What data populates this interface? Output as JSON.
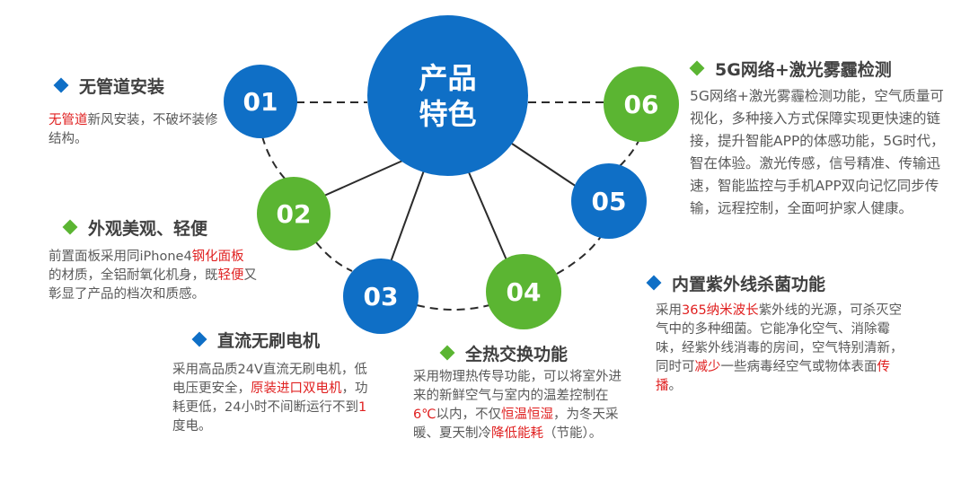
{
  "center": {
    "label": "产品特色"
  },
  "colors": {
    "blue": "#0f6fc6",
    "green": "#5bb532",
    "highlight": "#e02020",
    "text": "#595959"
  },
  "features": [
    {
      "number": "01",
      "title": "无管道安装",
      "desc": [
        {
          "t": "无管道",
          "hl": true
        },
        {
          "t": "新风安装，不破坏装修结构。"
        }
      ]
    },
    {
      "number": "02",
      "title": "外观美观、轻便",
      "desc": [
        {
          "t": "前置面板采用同iPhone4"
        },
        {
          "t": "钢化面板",
          "hl": true
        },
        {
          "t": "的材质，全铝耐氧化机身，既"
        },
        {
          "t": "轻便",
          "hl": true
        },
        {
          "t": "又彰显了产品的档次和质感。"
        }
      ]
    },
    {
      "number": "03",
      "title": "直流无刷电机",
      "desc": [
        {
          "t": "采用高品质24V直流无刷电机，低电压更安全，"
        },
        {
          "t": "原装进口双电机",
          "hl": true
        },
        {
          "t": "，功耗更低，24小时不间断运行不到"
        },
        {
          "t": "1",
          "hl": true
        },
        {
          "t": "度电。"
        }
      ]
    },
    {
      "number": "04",
      "title": "全热交换功能",
      "desc": [
        {
          "t": "采用物理热传导功能，可以将室外进来的新鲜空气与室内的温差控制在"
        },
        {
          "t": "6℃",
          "hl": true
        },
        {
          "t": "以内，不仅"
        },
        {
          "t": "恒温恒湿",
          "hl": true
        },
        {
          "t": "，为冬天采暖、夏天制冷"
        },
        {
          "t": "降低能耗",
          "hl": true
        },
        {
          "t": "（节能）。"
        }
      ]
    },
    {
      "number": "05",
      "title": "内置紫外线杀菌功能",
      "desc": [
        {
          "t": "采用"
        },
        {
          "t": "365纳米波长",
          "hl": true
        },
        {
          "t": "紫外线的光源，可杀灭空气中的多种细菌。它能净化空气、消除霉味，经紫外线消毒的房间，空气特别清新，同时可"
        },
        {
          "t": "减少",
          "hl": true
        },
        {
          "t": "一些病毒经空气或物体表面"
        },
        {
          "t": "传播",
          "hl": true
        },
        {
          "t": "。"
        }
      ]
    },
    {
      "number": "06",
      "title": "5G网络+激光雾霾检测",
      "desc": [
        {
          "t": "5G网络+激光雾霾检测功能，空气质量可视化，多种接入方式保障实现更快速的链接，提升智能APP的体感功能，5G时代，智在体验。激光传感，信号精准、传输迅速，智能监控与手机APP双向记忆同步传输，远程控制，全面呵护家人健康。"
        }
      ]
    }
  ]
}
